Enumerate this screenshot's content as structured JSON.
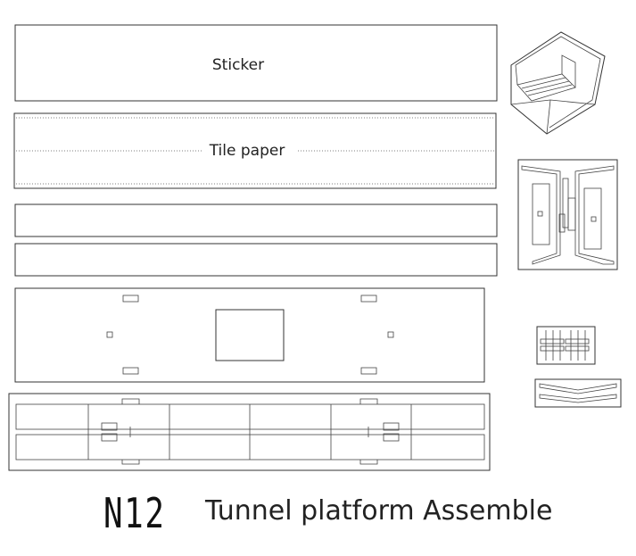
{
  "panels": {
    "sticker_label": "Sticker",
    "tile_paper_label": "Tile paper"
  },
  "caption": {
    "code": "N12",
    "title": "Tunnel platform Assemble"
  }
}
